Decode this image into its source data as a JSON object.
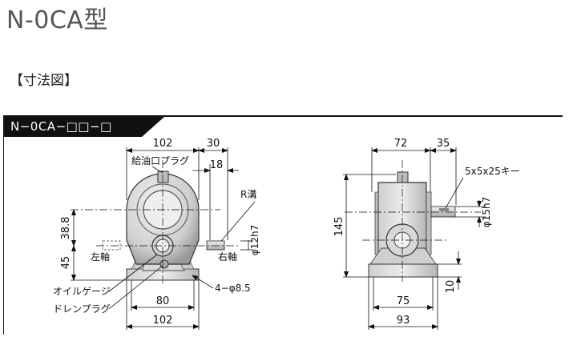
{
  "page": {
    "title": "N-0CA型",
    "section_title": "【寸法図】",
    "drawing_tab": "N−0CA−□□−□"
  },
  "front_view": {
    "dim_width_top": "102",
    "dim_shaft_ext": "30",
    "dim_key_len": "18",
    "dim_height_upper": "38.8",
    "dim_height_lower": "45",
    "dim_foot_pitch": "80",
    "dim_base_width": "102",
    "label_oil_plug": "給油口プラグ",
    "label_r_groove": "R溝",
    "label_right_shaft": "右軸",
    "label_left_shaft": "左軸",
    "label_shaft_dia": "φ12h7",
    "label_oil_gauge": "オイルゲージ",
    "label_drain_plug": "ドレンプラグ",
    "label_holes": "4−φ8.5"
  },
  "side_view": {
    "dim_width_left": "72",
    "dim_shaft_ext": "35",
    "label_key": "5x5x25キー",
    "dim_total_height": "145",
    "label_shaft_dia": "φ15h7",
    "dim_base_height": "10",
    "dim_foot_pitch": "75",
    "dim_base_width": "93"
  },
  "colors": {
    "body_light": "#e4e4e4",
    "body_mid": "#bdbdbd",
    "body_dark": "#8a8a8a",
    "line": "#111111"
  }
}
